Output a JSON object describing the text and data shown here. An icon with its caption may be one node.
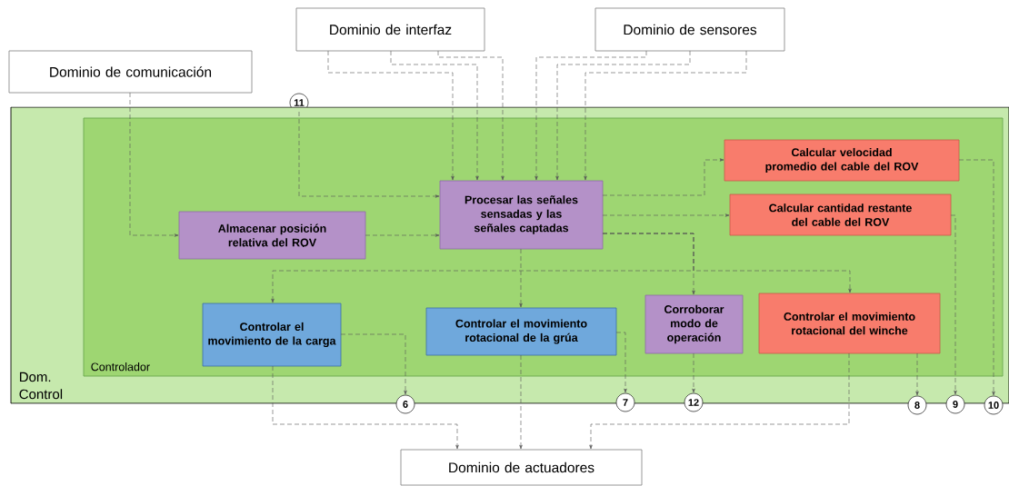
{
  "diagram": {
    "nodes": [
      {
        "text": [
          "Dominio de comunicación"
        ]
      },
      {
        "text": [
          "Dominio de interfaz"
        ]
      },
      {
        "text": [
          "Dominio de sensores"
        ]
      },
      {
        "text": [
          "11"
        ]
      },
      {
        "text": [
          "Dom. Control"
        ]
      },
      {
        "text": [
          "Controlador"
        ],
        "in": 4
      },
      {
        "text": [
          "Almacenar posición relativa del ROV"
        ],
        "in": 5
      },
      {
        "text": [
          "Procesar las señales sensadas y las señales captadas"
        ],
        "in": 5
      },
      {
        "text": [
          "Calcular velocidad promedio del cable del ROV"
        ],
        "in": 5
      },
      {
        "text": [
          "Calcular cantidad restante del cable del ROV"
        ],
        "in": 5
      },
      {
        "text": [
          "Controlar el movimiento de la carga"
        ],
        "in": 5
      },
      {
        "text": [
          "Controlar el movimiento rotacional de la grúa"
        ],
        "in": 5
      },
      {
        "text": [
          "Corroborar modo de operación"
        ],
        "in": 5
      },
      {
        "text": [
          "Controlar el movimiento rotacional del winche"
        ],
        "in": 5
      },
      {
        "text": [
          "6"
        ]
      },
      {
        "text": [
          "7"
        ]
      },
      {
        "text": [
          "12"
        ]
      },
      {
        "text": [
          "8"
        ]
      },
      {
        "text": [
          "9"
        ]
      },
      {
        "text": [
          "10"
        ]
      },
      {
        "text": [
          "Dominio de actuadores"
        ]
      }
    ],
    "edges": [
      {
        "from": 0,
        "to": 6,
        "arrow": "to"
      },
      {
        "from": 1,
        "to": 7,
        "arrow": "to"
      },
      {
        "from": 1,
        "to": 7,
        "arrow": "to"
      },
      {
        "from": 1,
        "to": 7,
        "arrow": "to"
      },
      {
        "from": 2,
        "to": 7,
        "arrow": "to"
      },
      {
        "from": 2,
        "to": 7,
        "arrow": "to"
      },
      {
        "from": 2,
        "to": 7,
        "arrow": "to"
      },
      {
        "from": 3,
        "to": 7,
        "arrow": "to"
      },
      {
        "from": 6,
        "to": 7,
        "arrow": "to"
      },
      {
        "from": 7,
        "to": 8,
        "arrow": "to"
      },
      {
        "from": 7,
        "to": 9,
        "arrow": "to"
      },
      {
        "from": 7,
        "to": 10,
        "arrow": "to"
      },
      {
        "from": 7,
        "to": 11,
        "arrow": "to"
      },
      {
        "from": 7,
        "to": 12,
        "arrow": "to"
      },
      {
        "from": 7,
        "to": 13,
        "arrow": "to"
      },
      {
        "from": 10,
        "to": 14,
        "arrow": "to"
      },
      {
        "from": 10,
        "to": 20,
        "arrow": "to"
      },
      {
        "from": 11,
        "to": 15,
        "arrow": "to"
      },
      {
        "from": 11,
        "to": 20,
        "arrow": "to"
      },
      {
        "from": 12,
        "to": 16,
        "arrow": "to"
      },
      {
        "from": 13,
        "to": 17,
        "arrow": "to"
      },
      {
        "from": 13,
        "to": 20,
        "arrow": "to"
      },
      {
        "from": 9,
        "to": 18,
        "arrow": "to"
      },
      {
        "from": 8,
        "to": 19,
        "arrow": "to"
      }
    ]
  }
}
